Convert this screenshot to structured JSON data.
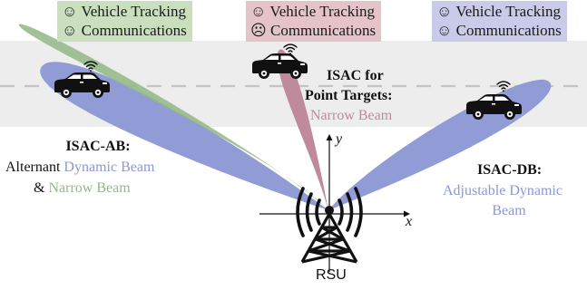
{
  "status_boxes": [
    {
      "tracking_icon": "☺",
      "tracking_label": "Vehicle Tracking",
      "comms_icon": "☺",
      "comms_label": "Communications",
      "bg": "#c9dfbe"
    },
    {
      "tracking_icon": "☺",
      "tracking_label": "Vehicle Tracking",
      "comms_icon": "☹",
      "comms_label": "Communications",
      "bg": "#e4c4c9"
    },
    {
      "tracking_icon": "☺",
      "tracking_label": "Vehicle Tracking",
      "comms_icon": "☺",
      "comms_label": "Communications",
      "bg": "#c9cbe8"
    }
  ],
  "schemes": {
    "ab": {
      "title": "ISAC-AB:",
      "line1_prefix": "Alternant ",
      "line1_highlight": "Dynamic Beam",
      "line2_prefix": "& ",
      "line2_highlight": "Narrow Beam"
    },
    "point": {
      "title_line1": "ISAC for",
      "title_line2": "Point Targets:",
      "desc": "Narrow Beam"
    },
    "db": {
      "title": "ISAC-DB:",
      "desc_line1": "Adjustable Dynamic",
      "desc_line2": "Beam"
    }
  },
  "axes": {
    "x": "x",
    "y": "y"
  },
  "rsu_label": "RSU",
  "icons": [
    "car-icon",
    "wifi-icon",
    "antenna-tower-icon",
    "radio-wave-icon"
  ],
  "colors": {
    "road": "#ededed",
    "lane_dash": "#c4c4c4",
    "dynamic_beam": "#8d97d3",
    "narrow_beam_green": "#93b987",
    "narrow_beam_pink": "#bf8a9c",
    "dynamic_text": "#8d97d3",
    "narrow_text_green": "#93b987",
    "narrow_text_pink": "#bf8a9c"
  }
}
